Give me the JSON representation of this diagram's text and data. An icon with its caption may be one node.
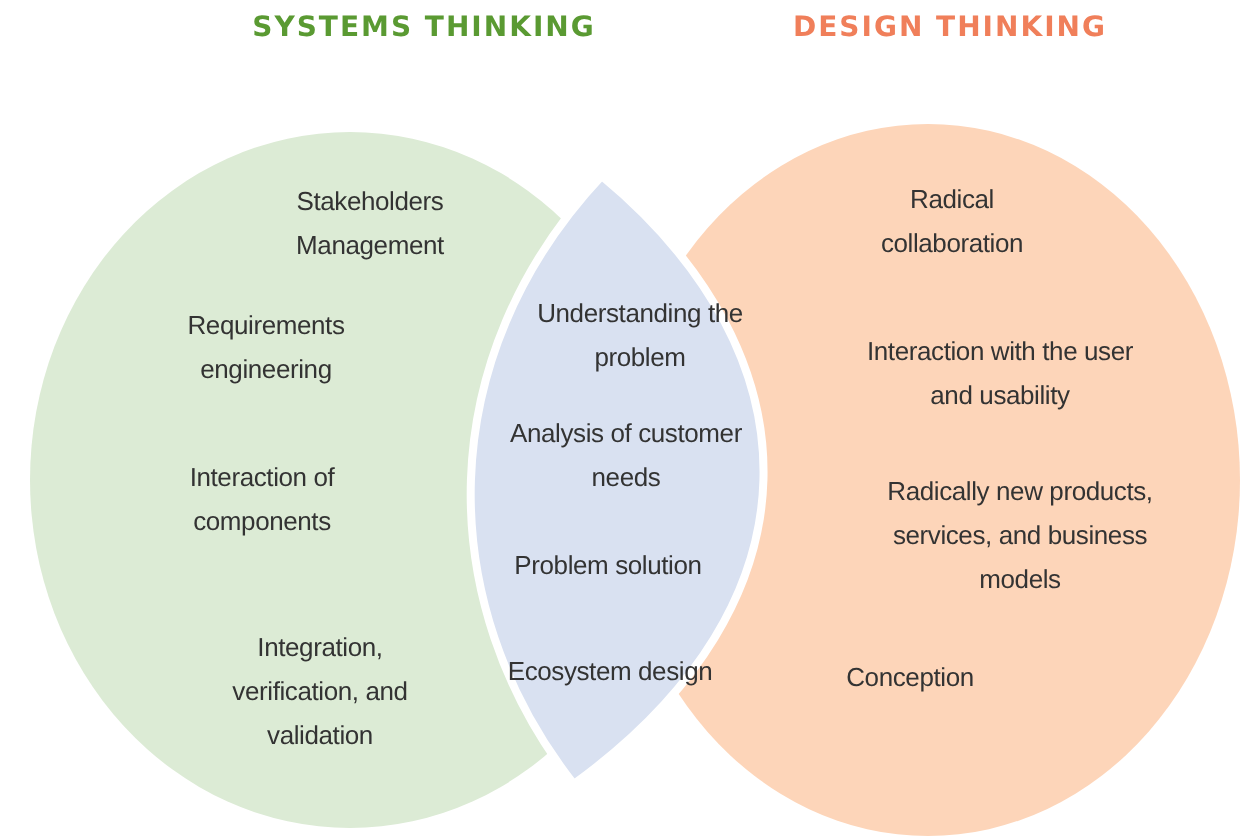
{
  "diagram": {
    "nodes": [
      {
        "text": [
          "Stakeholders Management",
          "Requirements engineering",
          "Interaction of components",
          "Integration, verification, and validation"
        ]
      },
      {
        "text": [
          "Radical collaboration",
          "Interaction with the user and usability",
          "Radically new products, services, and business models",
          "Conception"
        ]
      },
      {
        "text": [
          "Understanding the problem",
          "Analysis of customer needs",
          "Problem solution",
          "Ecosystem design"
        ]
      }
    ],
    "edges": [],
    "labels": [
      "SYSTEMS THINKING",
      "DESIGN THINKING"
    ]
  }
}
